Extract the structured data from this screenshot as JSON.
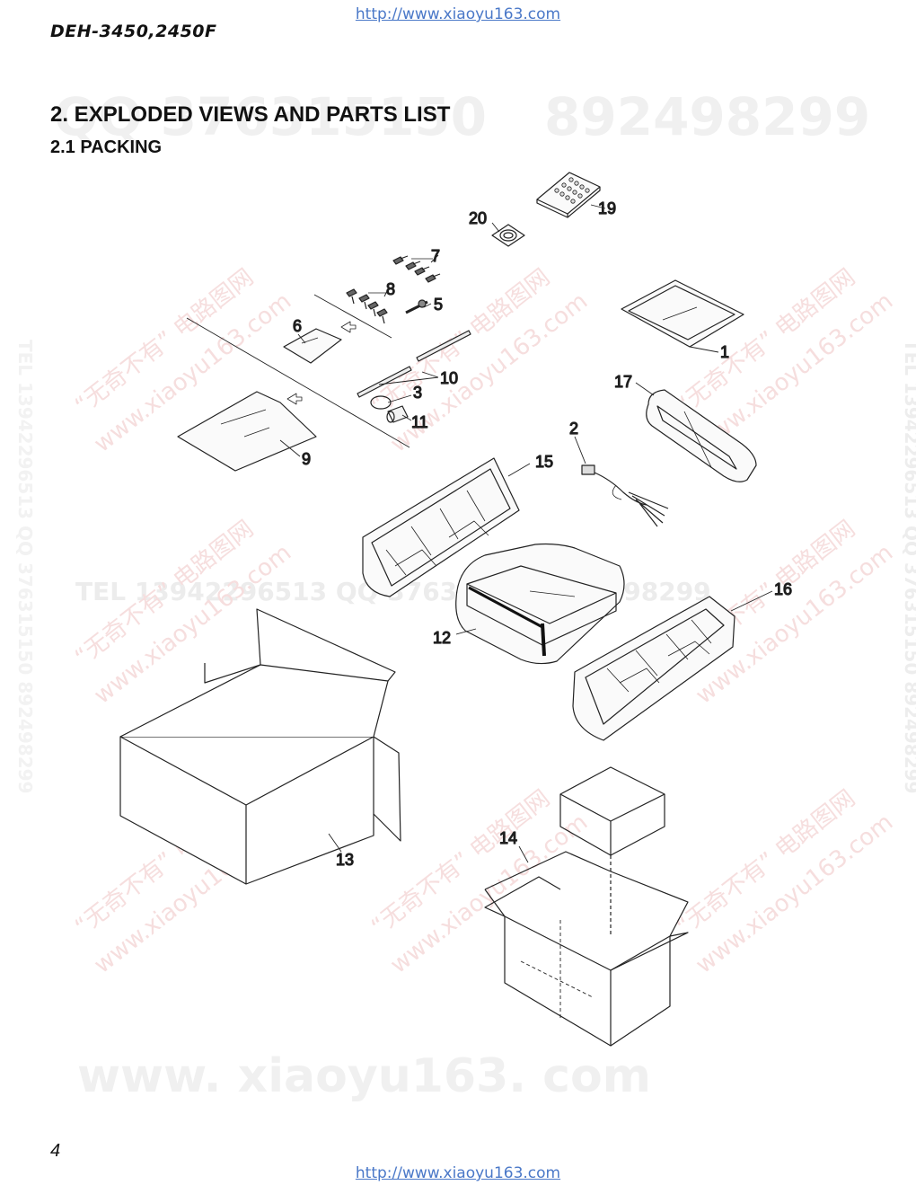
{
  "header": {
    "url_top": "http://www.xiaoyu163.com",
    "model": "DEH-3450,2450F"
  },
  "titles": {
    "section": "2. EXPLODED VIEWS AND PARTS LIST",
    "subsection": "2.1 PACKING"
  },
  "watermarks": {
    "number_top": "892498299",
    "number_top_left": "QQ 376315150",
    "tel_line": "TEL 13942296513  QQ 376315150  892498299",
    "side_vertical": "TEL 13942296513  QQ 376315150  892498299",
    "site_big": "www. xiaoyu163. com",
    "cn_a": "“无奇不有” 电路图网",
    "cn_b": "www.xiaoyu163.com"
  },
  "callouts": {
    "c1": "1",
    "c2": "2",
    "c3": "3",
    "c5": "5",
    "c6": "6",
    "c7": "7",
    "c8": "8",
    "c9": "9",
    "c10": "10",
    "c11": "11",
    "c12": "12",
    "c13": "13",
    "c14": "14",
    "c15": "15",
    "c16": "16",
    "c17": "17",
    "c19": "19",
    "c20": "20"
  },
  "footer": {
    "page_number": "4",
    "url_bottom": "http://www.xiaoyu163.com"
  }
}
